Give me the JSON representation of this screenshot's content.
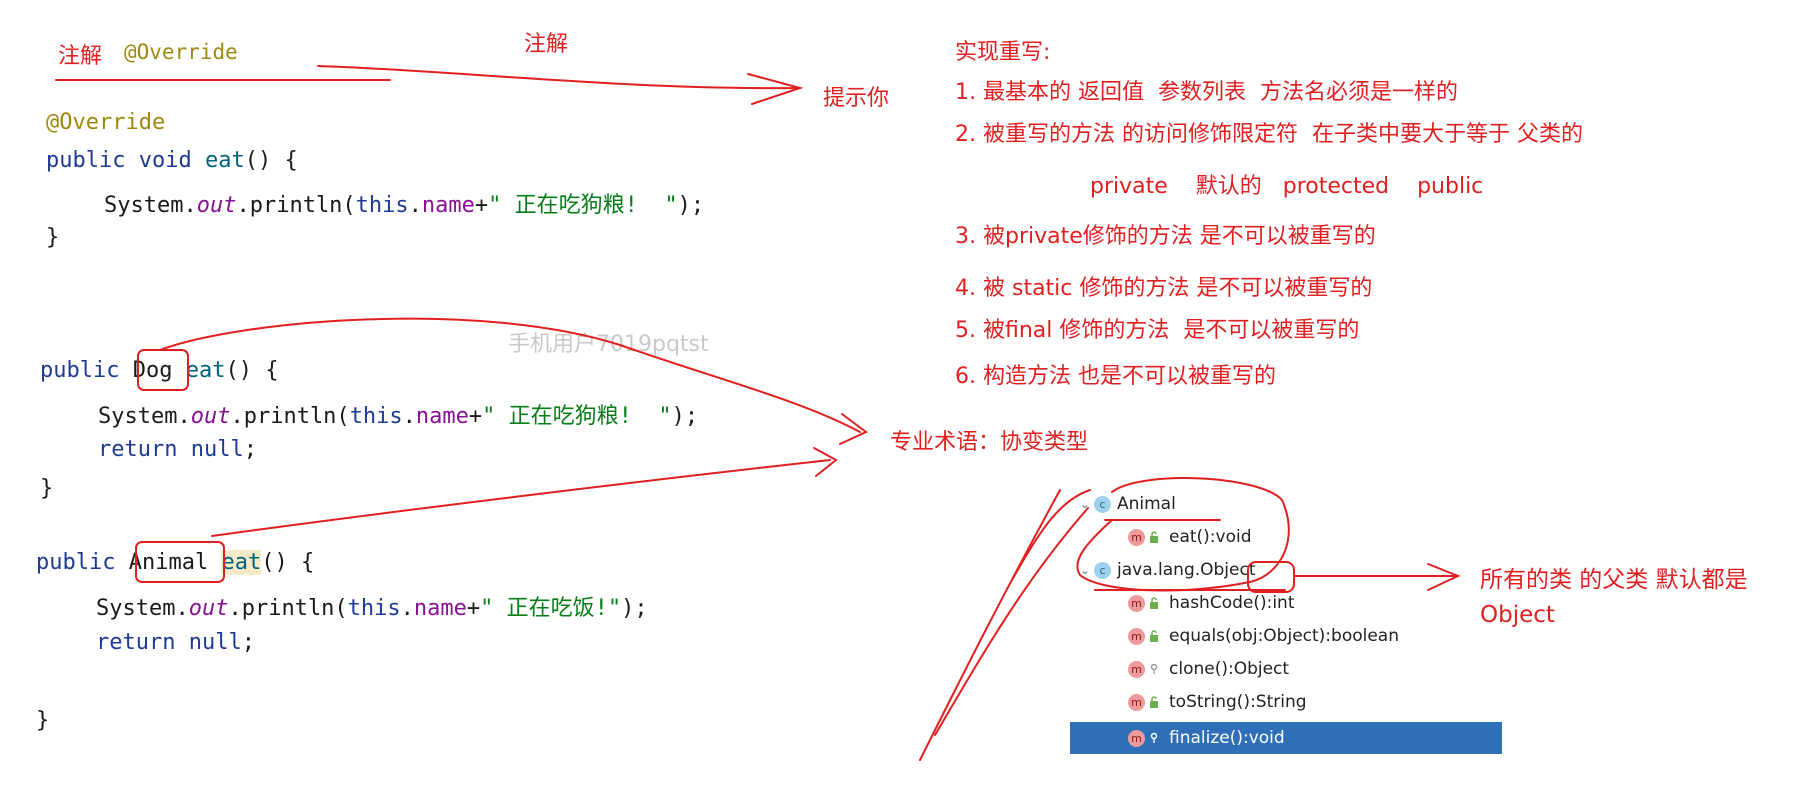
{
  "left_notes": {
    "annotation_label": "注解",
    "annotation_code": "@Override",
    "annotation_arrow_label": "注解",
    "hint": "提示你"
  },
  "code_block_1": {
    "annotation": "@Override",
    "kw_public": "public",
    "kw_void": "void",
    "method_name": "eat",
    "paren_open": "() {",
    "print_prefix": "System.",
    "print_out": "out",
    "print_call": ".println(",
    "kw_this": "this",
    "dot": ".",
    "field_name": "name",
    "plus": "+",
    "string_literal": "\" 正在吃狗粮!  \"",
    "print_suffix": ");",
    "close_brace": "}"
  },
  "code_block_2": {
    "kw_public": "public",
    "return_type": "Dog",
    "method_name": "eat",
    "paren_open": "() {",
    "print_prefix": "System.",
    "print_out": "out",
    "print_call": ".println(",
    "kw_this": "this",
    "dot": ".",
    "field_name": "name",
    "plus": "+",
    "string_literal": "\" 正在吃狗粮!  \"",
    "print_suffix": ");",
    "kw_return": "return",
    "kw_null": "null",
    "semicolon": ";",
    "close_brace": "}"
  },
  "code_block_3": {
    "kw_public": "public",
    "return_type": "Animal",
    "method_name": "eat",
    "paren_open": "() {",
    "print_prefix": "System.",
    "print_out": "out",
    "print_call": ".println(",
    "kw_this": "this",
    "dot": ".",
    "field_name": "name",
    "plus": "+",
    "string_literal": "\" 正在吃饭!\"",
    "print_suffix": ");",
    "kw_return": "return",
    "kw_null": "null",
    "semicolon": ";",
    "close_brace": "}"
  },
  "watermark": "手机用户7019pqtst",
  "rules": {
    "title": "实现重写:",
    "items": [
      "1. 最基本的 返回值  参数列表  方法名必须是一样的",
      "2. 被重写的方法 的访问修饰限定符  在子类中要大于等于 父类的",
      "private    默认的   protected    public",
      "3. 被private修饰的方法 是不可以被重写的",
      "4. 被 static 修饰的方法 是不可以被重写的",
      "5. 被final 修饰的方法  是不可以被重写的",
      "6. 构造方法 也是不可以被重写的"
    ],
    "covariant_term": "专业术语：协变类型",
    "object_note_line1": "所有的类 的父类 默认都是",
    "object_note_line2": "Object"
  },
  "structure_tree": {
    "nodes": [
      {
        "kind": "class",
        "badge": "c",
        "label": "Animal",
        "expanded": true
      },
      {
        "kind": "method",
        "badge": "m",
        "label": "eat():void"
      },
      {
        "kind": "class",
        "badge": "c",
        "label": "java.lang.Object",
        "expanded": true
      },
      {
        "kind": "method",
        "badge": "m",
        "label": "hashCode():int"
      },
      {
        "kind": "method",
        "badge": "m",
        "label": "equals(obj:Object):boolean"
      },
      {
        "kind": "method",
        "badge": "m",
        "label": "clone():Object"
      },
      {
        "kind": "method",
        "badge": "m",
        "label": "toString():String"
      },
      {
        "kind": "method",
        "badge": "m",
        "label": "finalize():void",
        "selected": true
      }
    ],
    "chevron": "⌄",
    "selection_color": "#2f6fb7"
  },
  "colors": {
    "annotation_red": "#e02020",
    "keyword_blue": "#1f3a93",
    "string_green": "#067d17",
    "field_purple": "#871094",
    "annotation_olive": "#9e880d"
  }
}
